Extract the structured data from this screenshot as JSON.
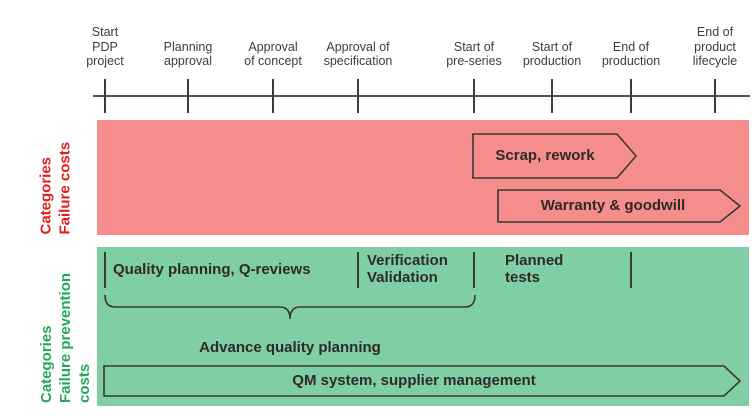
{
  "timeline": {
    "milestones": [
      {
        "label": "Start\nPDP\nproject"
      },
      {
        "label": "Planning\napproval"
      },
      {
        "label": "Approval\nof concept"
      },
      {
        "label": "Approval of\nspecification"
      },
      {
        "label": "Start of\npre-series"
      },
      {
        "label": "Start of\nproduction"
      },
      {
        "label": "End of\nproduction"
      },
      {
        "label": "End of\nproduct\nlifecycle"
      }
    ]
  },
  "failure_band": {
    "side_label": "Categories\nFailure costs",
    "arrows": [
      {
        "label": "Scrap, rework"
      },
      {
        "label": "Warranty & goodwill"
      }
    ]
  },
  "prevention_band": {
    "side_label": "Categories\nFailure prevention\ncosts",
    "phases": [
      {
        "label": "Quality planning, Q-reviews"
      },
      {
        "label": "Verification\nValidation"
      },
      {
        "label": "Planned\ntests"
      }
    ],
    "brace_label": "Advance quality planning",
    "qm_arrow_label": "QM system, supplier management"
  },
  "colors": {
    "failure_band_fill": "#F68D8D",
    "failure_label_red": "#E51C1C",
    "prevention_band_fill": "#80CEA4",
    "prevention_label_green": "#24A858",
    "outline_dark": "#3b3734",
    "text_dark": "#2f2a28"
  }
}
